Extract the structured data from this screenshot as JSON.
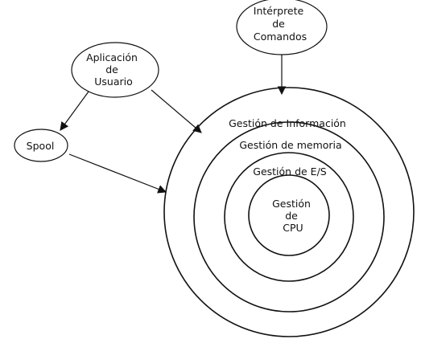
{
  "diagram": {
    "nodes": {
      "interprete": {
        "lines": [
          "Intérprete",
          "de",
          "Comandos"
        ]
      },
      "aplicacion": {
        "lines": [
          "Aplicación",
          "de",
          "Usuario"
        ]
      },
      "spool": {
        "lines": [
          "Spool"
        ]
      }
    },
    "rings": {
      "informacion": {
        "label": "Gestión de Información"
      },
      "memoria": {
        "label": "Gestión de memoria"
      },
      "es": {
        "label": "Gestión de E/S"
      },
      "cpu": {
        "lines": [
          "Gestión",
          "de",
          "CPU"
        ]
      }
    },
    "edges": [
      {
        "from": "Intérprete de Comandos",
        "to": "Gestión de Información"
      },
      {
        "from": "Aplicación de Usuario",
        "to": "Spool"
      },
      {
        "from": "Aplicación de Usuario",
        "to": "Gestión de Información"
      },
      {
        "from": "Spool",
        "to": "Gestión de Información"
      }
    ]
  }
}
